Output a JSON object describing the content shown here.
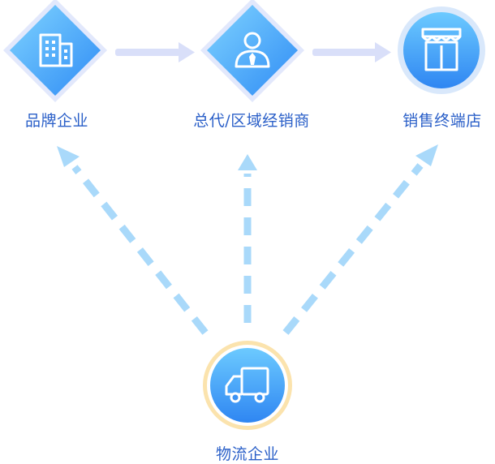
{
  "diagram": {
    "nodes": {
      "brand": {
        "label": "品牌企业",
        "icon": "building-icon"
      },
      "distributor": {
        "label": "总代/区域经销商",
        "icon": "person-tie-icon"
      },
      "store": {
        "label": "销售终端店",
        "icon": "storefront-icon"
      },
      "logistics": {
        "label": "物流企业",
        "icon": "delivery-truck-icon"
      }
    },
    "edges": [
      {
        "from": "brand",
        "to": "distributor",
        "style": "solid"
      },
      {
        "from": "distributor",
        "to": "store",
        "style": "solid"
      },
      {
        "from": "logistics",
        "to": "brand",
        "style": "dashed"
      },
      {
        "from": "logistics",
        "to": "distributor",
        "style": "dashed"
      },
      {
        "from": "logistics",
        "to": "store",
        "style": "dashed"
      }
    ],
    "colors": {
      "node_gradient_start": "#7fd3ff",
      "node_gradient_end": "#2f8cf5",
      "node_halo": "#dde4fb",
      "logistics_ring": "#fbe3ad",
      "solid_arrow": "#d9dff9",
      "dashed_arrow": "#a9d9fa",
      "label_text": "#2a5fc8"
    }
  }
}
